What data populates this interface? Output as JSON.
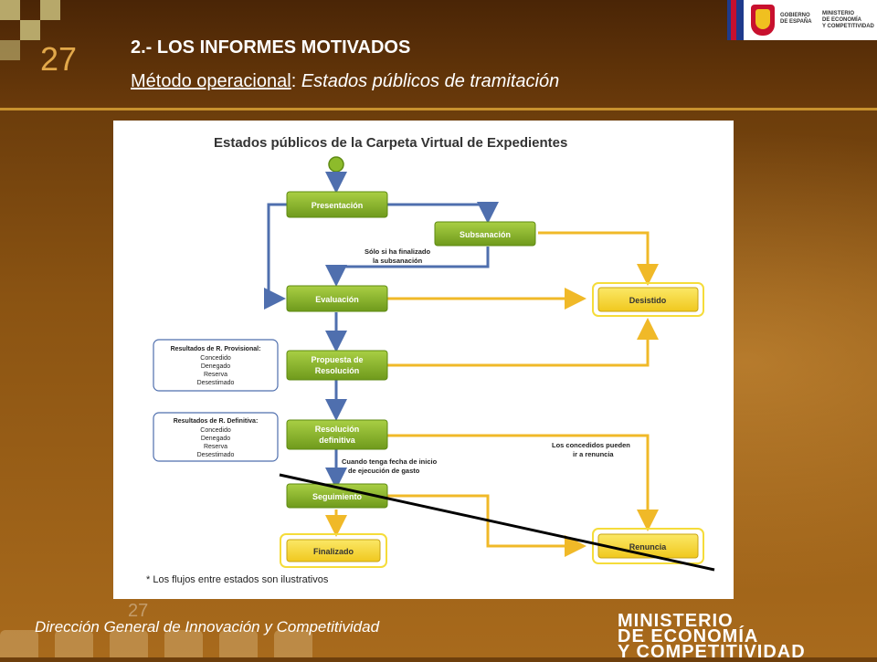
{
  "slide": {
    "number": "27",
    "title": "2.- LOS INFORMES MOTIVADOS",
    "subtitle_prefix": "Método operacional",
    "subtitle_sep": ": ",
    "subtitle_rest": "Estados públicos de tramitación"
  },
  "logo": {
    "gov_line1": "GOBIERNO",
    "gov_line2": "DE ESPAÑA",
    "min_line1": "MINISTERIO",
    "min_line2": "DE ECONOMÍA",
    "min_line3": "Y COMPETITIVIDAD"
  },
  "diagram": {
    "title": "Estados públicos de la Carpeta Virtual de Expedientes",
    "states": {
      "presentacion": "Presentación",
      "subsanacion": "Subsanación",
      "evaluacion": "Evaluación",
      "propuesta_1": "Propuesta de",
      "propuesta_2": "Resolución",
      "resolucion_1": "Resolución",
      "resolucion_2": "definitiva",
      "seguimiento": "Seguimiento",
      "finalizado": "Finalizado",
      "desistido": "Desistido",
      "renuncia": "Renuncia"
    },
    "notes": {
      "subsanacion_1": "Sólo si ha finalizado",
      "subsanacion_2": "la subsanación",
      "inicio_1": "Cuando tenga fecha de inicio",
      "inicio_2": "de ejecución de gasto",
      "concedidos_1": "Los concedidos pueden",
      "concedidos_2": "ir a renuncia"
    },
    "provisional": {
      "heading": "Resultados de R. Provisional:",
      "items": [
        "Concedido",
        "Denegado",
        "Reserva",
        "Desestimado"
      ]
    },
    "definitiva": {
      "heading": "Resultados de R. Definitiva:",
      "items": [
        "Concedido",
        "Denegado",
        "Reserva",
        "Desestimado"
      ]
    },
    "footnote": "* Los flujos entre estados son ilustrativos"
  },
  "footer": {
    "left": "Dirección General de Innovación y Competitividad",
    "number": "27",
    "right_1": "MINISTERIO",
    "right_2": "DE ECONOMÍA",
    "right_3": "Y COMPETITIVIDAD"
  },
  "colors": {
    "green_state": "#8dbb2b",
    "yellow_state": "#f5dc3a",
    "blue_arrow": "#4f6fae",
    "yellow_arrow": "#f0b928"
  }
}
